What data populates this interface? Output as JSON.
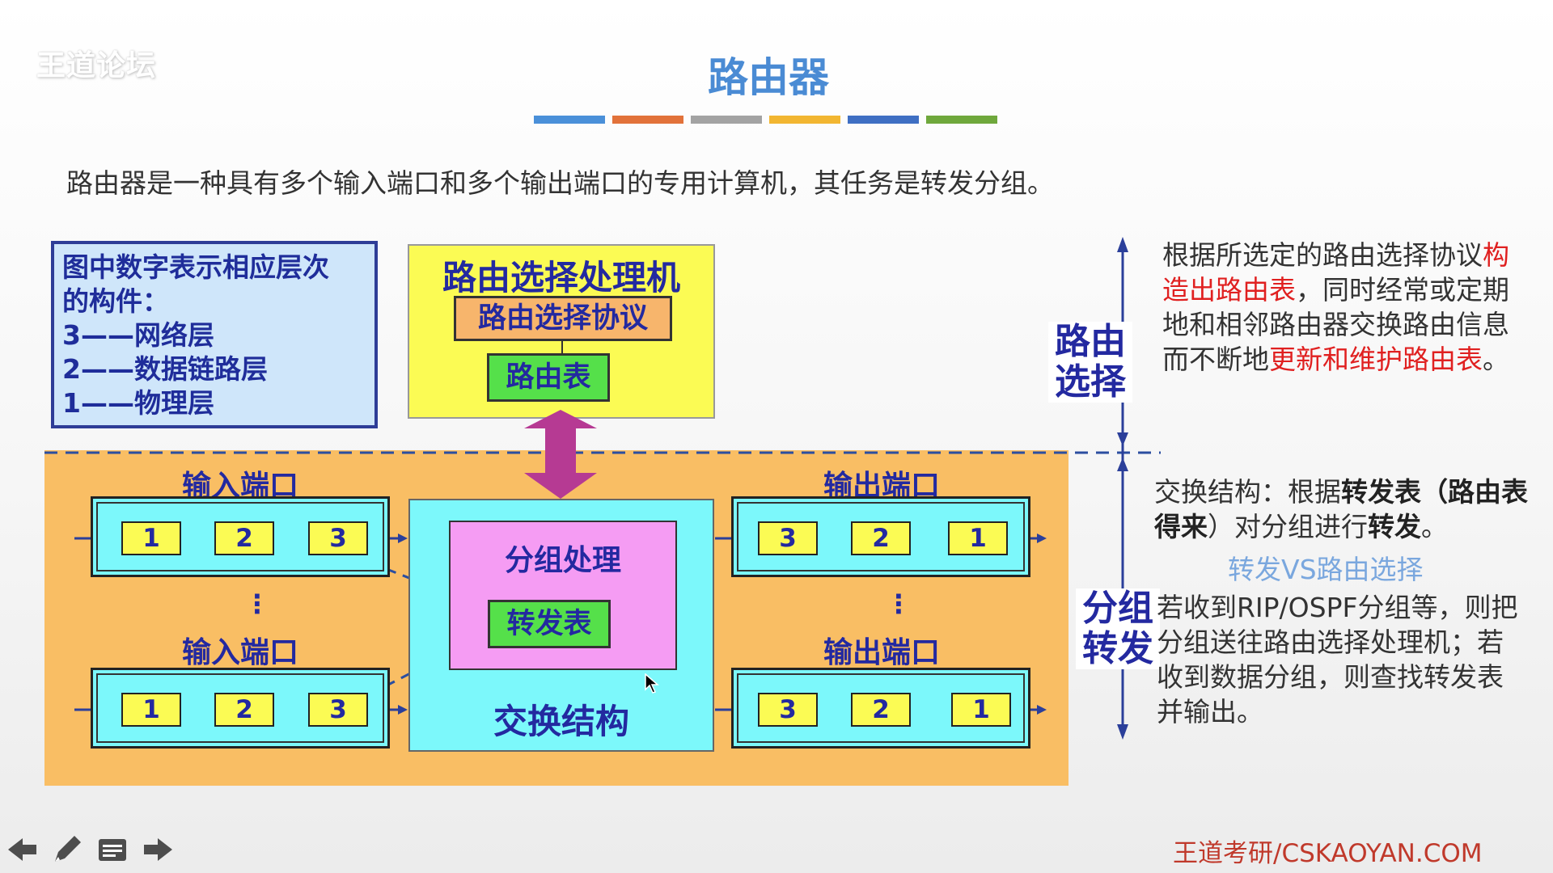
{
  "watermark": "王道论坛",
  "title": "路由器",
  "accent_bars": [
    "#4a90d9",
    "#e2723a",
    "#a3a3a3",
    "#f2b631",
    "#3f6fc3",
    "#6fa83c"
  ],
  "intro": "路由器是一种具有多个输入端口和多个输出端口的专用计算机，其任务是转发分组。",
  "legend": {
    "line1": "图中数字表示相应层次",
    "line2": "的构件：",
    "line3": "3——网络层",
    "line4": "2——数据链路层",
    "line5": "1——物理层"
  },
  "processor": {
    "title": "路由选择处理机",
    "protocol": "路由选择协议",
    "table": "路由表"
  },
  "ports": {
    "input_label_top": "输入端口",
    "input_label_bottom": "输入端口",
    "output_label_top": "输出端口",
    "output_label_bottom": "输出端口",
    "input_cells": [
      "1",
      "2",
      "3"
    ],
    "output_cells": [
      "3",
      "2",
      "1"
    ],
    "dots": "⋮"
  },
  "switch": {
    "packet_title": "分组处理",
    "forward_table": "转发表",
    "title": "交换结构"
  },
  "side": {
    "routing": "路由选择",
    "routing_l1": "路由",
    "routing_l2": "选择",
    "forwarding_l1": "分组",
    "forwarding_l2": "转发"
  },
  "right_text": {
    "p1_a": "根据所选定的路由选择协议",
    "p1_red1": "构造出路由表",
    "p1_b": "，同时经常或定期地和相邻路由器交换路由信息而不断地",
    "p1_red2": "更新和维护路由表",
    "p1_c": "。",
    "p2_a": "交换结构：根据",
    "p2_bold1": "转发表",
    "p2_b": "（",
    "p2_bold2": "路由表得来",
    "p2_c": "）对分组进行",
    "p2_bold3": "转发",
    "p2_d": "。",
    "vs": "转发VS路由选择",
    "p3": "若收到RIP/OSPF分组等，则把分组送往路由选择处理机；若收到数据分组，则查找转发表并输出。"
  },
  "footer": "王道考研/CSKAOYAN.COM",
  "nav_icons": [
    "arrow-left-icon",
    "pen-icon",
    "menu-icon",
    "arrow-right-icon"
  ]
}
